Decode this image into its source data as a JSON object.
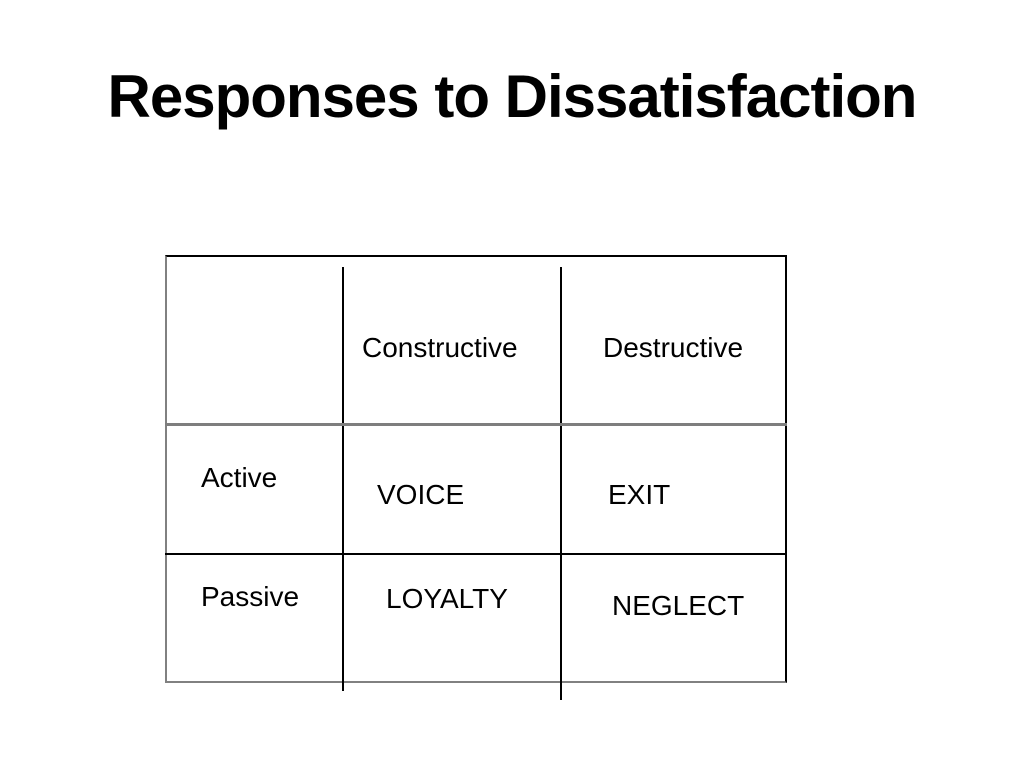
{
  "slide": {
    "title": "Responses to Dissatisfaction",
    "background_color": "#ffffff",
    "text_color": "#000000",
    "grid_black": "#000000",
    "grid_gray": "#808080"
  },
  "matrix": {
    "column_headers": [
      "Constructive",
      "Destructive"
    ],
    "row_headers": [
      "Active",
      "Passive"
    ],
    "cells": [
      [
        "VOICE",
        "EXIT"
      ],
      [
        "LOYALTY",
        "NEGLECT"
      ]
    ]
  }
}
